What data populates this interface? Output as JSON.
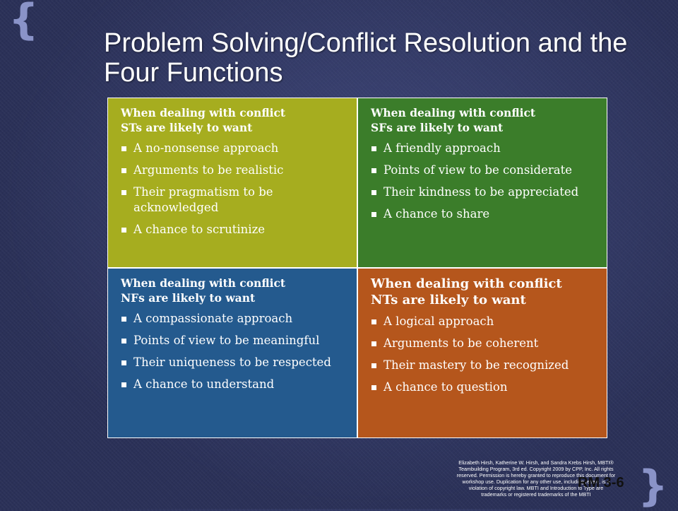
{
  "title": "Problem Solving/Conflict Resolution and the Four Functions",
  "quadrants": {
    "st": {
      "heading_line1": "When dealing with conflict",
      "heading_line2": "STs are likely to want",
      "items": [
        "A no-nonsense approach",
        "Arguments to be realistic",
        "Their pragmatism to be acknowledged",
        "A chance to scrutinize"
      ],
      "color": "#a6ad1f"
    },
    "sf": {
      "heading_line1": "When dealing with conflict",
      "heading_line2": "SFs are likely to want",
      "items": [
        "A friendly approach",
        "Points of view to be considerate",
        "Their kindness to be appreciated",
        "A chance to share"
      ],
      "color": "#3b7d2a"
    },
    "nf": {
      "heading_line1": "When dealing with conflict",
      "heading_line2": "NFs are likely to want",
      "items": [
        "A compassionate approach",
        "Points of view to be meaningful",
        "Their uniqueness to be respected",
        "A chance to understand"
      ],
      "color": "#245a8e"
    },
    "nt": {
      "heading_line1": "When dealing with conflict",
      "heading_line2": "NTs are likely to want",
      "items": [
        "A logical approach",
        "Arguments to be coherent",
        "Their mastery to be recognized",
        "A chance to question"
      ],
      "color": "#b5561c"
    }
  },
  "citation": "Elizabeth Hirsh, Katherine W. Hirsh, and Sandra Krebs Hirsh, MBTI® Teambuilding Program, 3rd ed. Copyright 2009 by CPP, Inc. All rights reserved. Permission is hereby granted to reproduce this document for workshop use. Duplication for any other use, including resale, is a violation of copyright law. MBTI and Introduction to Type are trademarks or registered trademarks of the MBTI",
  "page_label": "RM 3-6"
}
